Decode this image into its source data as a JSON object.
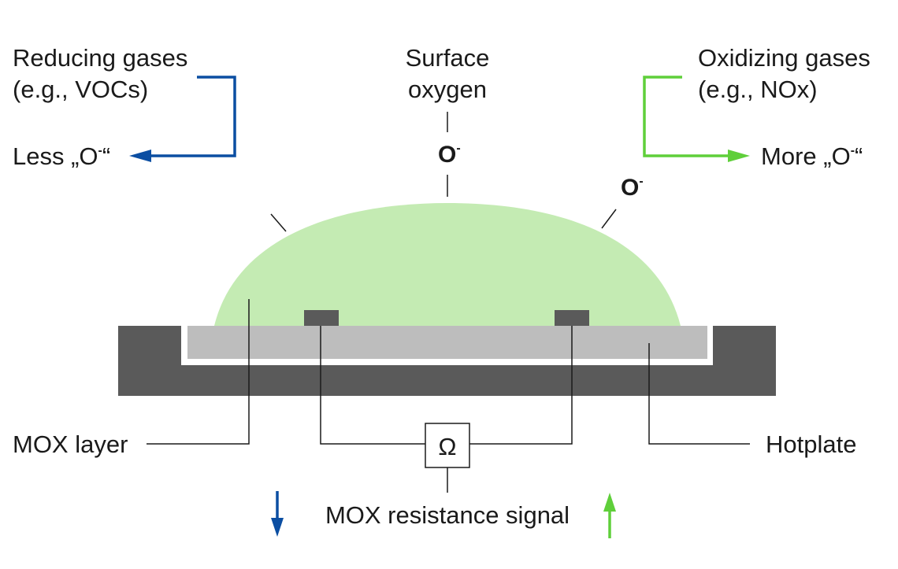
{
  "labels": {
    "reducing_line1": "Reducing gases",
    "reducing_line2": "(e.g., VOCs)",
    "less_o": "Less „O",
    "less_o_close": "“",
    "surface_line1": "Surface",
    "surface_line2": "oxygen",
    "oxidizing_line1": "Oxidizing gases",
    "oxidizing_line2": "(e.g., NOx)",
    "more_o": "More „O",
    "more_o_close": "“",
    "o_ion": "O",
    "ion_charge": "-",
    "mox_layer": "MOX layer",
    "hotplate": "Hotplate",
    "ohm_symbol": "Ω",
    "resistance_signal": "MOX resistance signal"
  },
  "colors": {
    "reducing_arrow": "#0b4ea2",
    "oxidizing_arrow": "#5fcf3a",
    "mox_layer_fill": "#c4ebb3",
    "substrate": "#5a5a5a",
    "hotplate": "#bdbdbd",
    "electrode": "#5a5a5a",
    "leader_line": "#1a1a1a"
  }
}
